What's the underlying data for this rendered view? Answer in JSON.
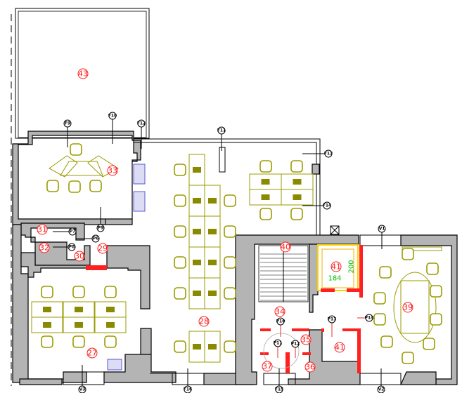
{
  "plan": {
    "rooms": [
      "43",
      "33",
      "31",
      "32",
      "30",
      "29",
      "28",
      "27",
      "40",
      "41",
      "41",
      "39",
      "34",
      "35",
      "36",
      "37",
      "41"
    ],
    "tags": [
      "F9",
      "F10",
      "F12",
      "F11",
      "F13",
      "F14",
      "P7",
      "P6",
      "P8",
      "P9",
      "V1",
      "P10",
      "P11",
      "P12",
      "P13",
      "P14",
      "V3",
      "F16",
      "F15",
      "V2"
    ],
    "elevator_dims": {
      "width": "184",
      "height": "200"
    },
    "colors": {
      "walls": "#b4b4b4",
      "furniture": "#9b9b00",
      "room_labels": "#ff1a1a",
      "fire_walls": "#ff2020",
      "elevator": "#ffff00",
      "sofas": "#5a5ad0",
      "dimensions": "#00c000"
    }
  }
}
